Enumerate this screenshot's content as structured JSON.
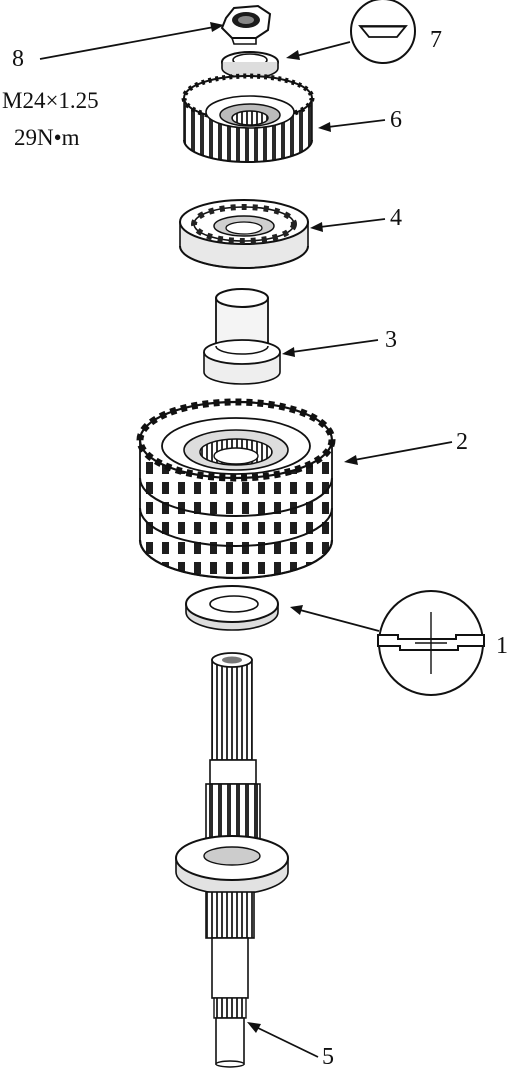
{
  "labels": {
    "l1": "1",
    "l2": "2",
    "l3": "3",
    "l4": "4",
    "l5": "5",
    "l6": "6",
    "l7": "7",
    "l8": "8"
  },
  "spec": {
    "thread": "M24×1.25",
    "torque": "29N•m"
  }
}
